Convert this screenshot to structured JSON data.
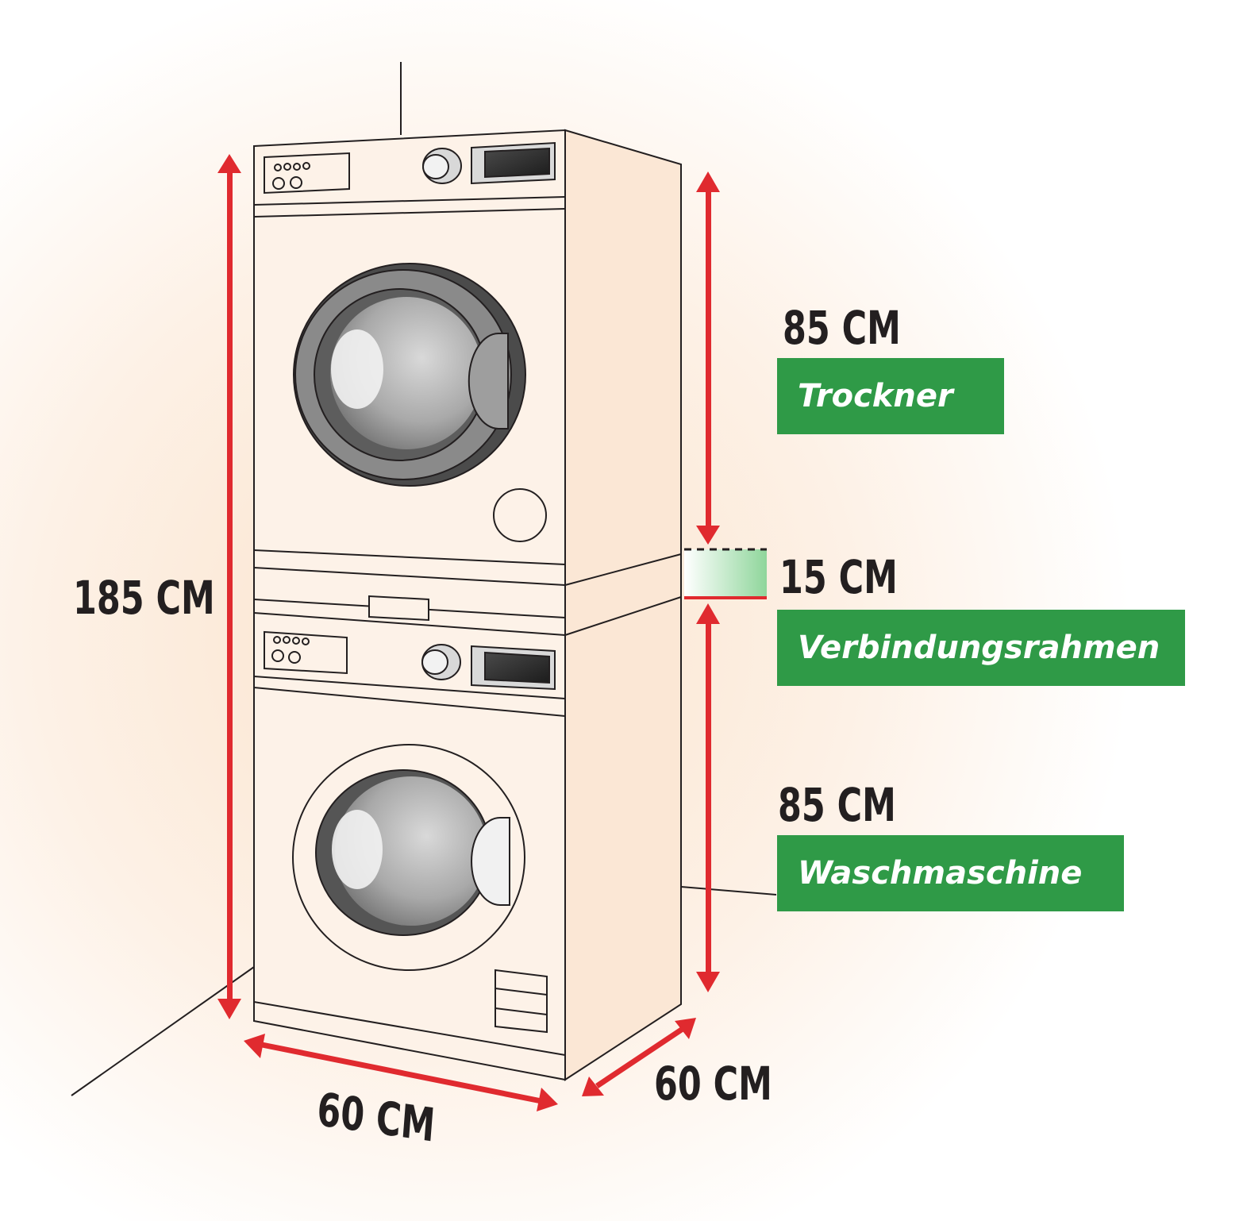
{
  "colors": {
    "accent_red": "#e02a2f",
    "label_green": "#2f9a47",
    "outline": "#231f20",
    "cabinet_fill": "#fdf0e4",
    "background_glow": "#fbe6d2"
  },
  "dimensions": {
    "total_height": "185 CM",
    "dryer_height": "85 CM",
    "frame_height": "15 CM",
    "washer_height": "85 CM",
    "front_width": "60 CM",
    "side_depth": "60 CM"
  },
  "labels": {
    "dryer": "Trockner",
    "frame": "Verbindungsrahmen",
    "washer": "Waschmaschine"
  }
}
